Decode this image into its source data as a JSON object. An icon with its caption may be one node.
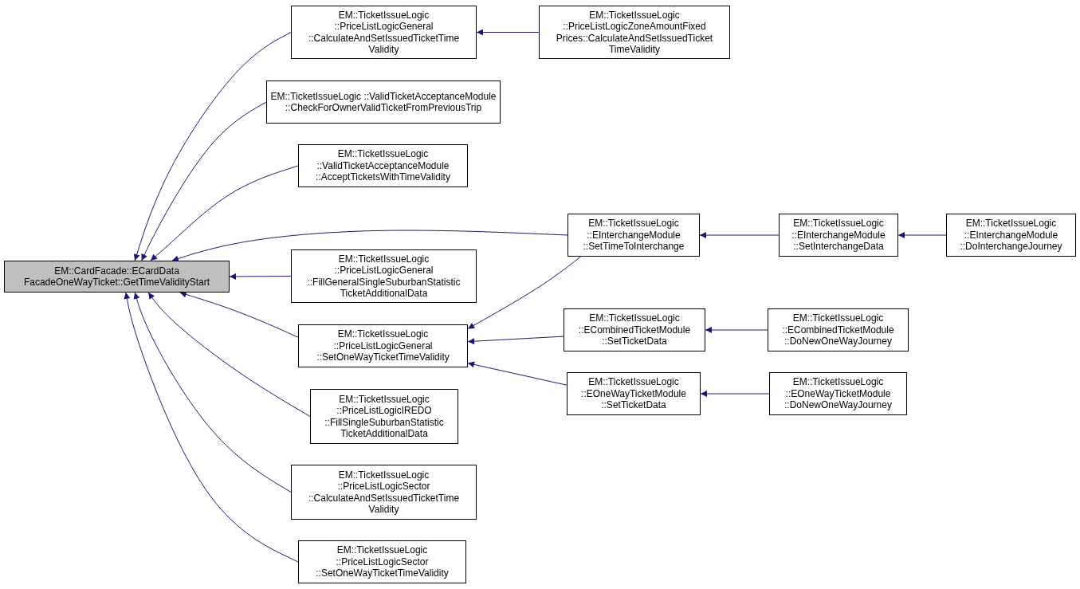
{
  "diagram": {
    "nodes": [
      {
        "text": [
          "EM::CardFacade::ECardData FacadeOneWayTicket::GetTimeValidityStart"
        ]
      },
      {
        "text": [
          "EM::TicketIssueLogic ::PriceListLogicGeneral ::CalculateAndSetIssuedTicketTime Validity"
        ]
      },
      {
        "text": [
          "EM::TicketIssueLogic ::PriceListLogicZoneAmountFixed Prices::CalculateAndSetIssuedTicket TimeValidity"
        ]
      },
      {
        "text": [
          "EM::TicketIssueLogic ::ValidTicketAcceptanceModule ::CheckForOwnerValidTicketFromPreviousTrip"
        ]
      },
      {
        "text": [
          "EM::TicketIssueLogic ::ValidTicketAcceptanceModule ::AcceptTicketsWithTimeValidity"
        ]
      },
      {
        "text": [
          "EM::TicketIssueLogic ::EInterchangeModule ::SetTimeToInterchange"
        ]
      },
      {
        "text": [
          "EM::TicketIssueLogic ::EInterchangeModule ::SetInterchangeData"
        ]
      },
      {
        "text": [
          "EM::TicketIssueLogic ::EInterchangeModule ::DoInterchangeJourney"
        ]
      },
      {
        "text": [
          "EM::TicketIssueLogic ::PriceListLogicGeneral ::FillGeneralSingleSuburbanStatistic TicketAdditionalData"
        ]
      },
      {
        "text": [
          "EM::TicketIssueLogic ::PriceListLogicGeneral ::SetOneWayTicketTimeValidity"
        ]
      },
      {
        "text": [
          "EM::TicketIssueLogic ::ECombinedTicketModule ::SetTicketData"
        ]
      },
      {
        "text": [
          "EM::TicketIssueLogic ::ECombinedTicketModule ::DoNewOneWayJourney"
        ]
      },
      {
        "text": [
          "EM::TicketIssueLogic ::EOneWayTicketModule ::SetTicketData"
        ]
      },
      {
        "text": [
          "EM::TicketIssueLogic ::EOneWayTicketModule ::DoNewOneWayJourney"
        ]
      },
      {
        "text": [
          "EM::TicketIssueLogic ::PriceListLogicIREDO ::FillSingleSuburbanStatistic TicketAdditionalData"
        ]
      },
      {
        "text": [
          "EM::TicketIssueLogic ::PriceListLogicSector ::CalculateAndSetIssuedTicketTime Validity"
        ]
      },
      {
        "text": [
          "EM::TicketIssueLogic ::PriceListLogicSector ::SetOneWayTicketTimeValidity"
        ]
      }
    ],
    "edges": [
      {
        "from": 1,
        "to": 0,
        "arrow": "to"
      },
      {
        "from": 2,
        "to": 1,
        "arrow": "to"
      },
      {
        "from": 3,
        "to": 0,
        "arrow": "to"
      },
      {
        "from": 4,
        "to": 0,
        "arrow": "to"
      },
      {
        "from": 5,
        "to": 0,
        "arrow": "to"
      },
      {
        "from": 6,
        "to": 5,
        "arrow": "to"
      },
      {
        "from": 7,
        "to": 6,
        "arrow": "to"
      },
      {
        "from": 8,
        "to": 0,
        "arrow": "to"
      },
      {
        "from": 9,
        "to": 0,
        "arrow": "to"
      },
      {
        "from": 5,
        "to": 9,
        "arrow": "to"
      },
      {
        "from": 10,
        "to": 9,
        "arrow": "to"
      },
      {
        "from": 11,
        "to": 10,
        "arrow": "to"
      },
      {
        "from": 12,
        "to": 9,
        "arrow": "to"
      },
      {
        "from": 13,
        "to": 12,
        "arrow": "to"
      },
      {
        "from": 14,
        "to": 0,
        "arrow": "to"
      },
      {
        "from": 15,
        "to": 0,
        "arrow": "to"
      },
      {
        "from": 16,
        "to": 0,
        "arrow": "to"
      }
    ]
  }
}
